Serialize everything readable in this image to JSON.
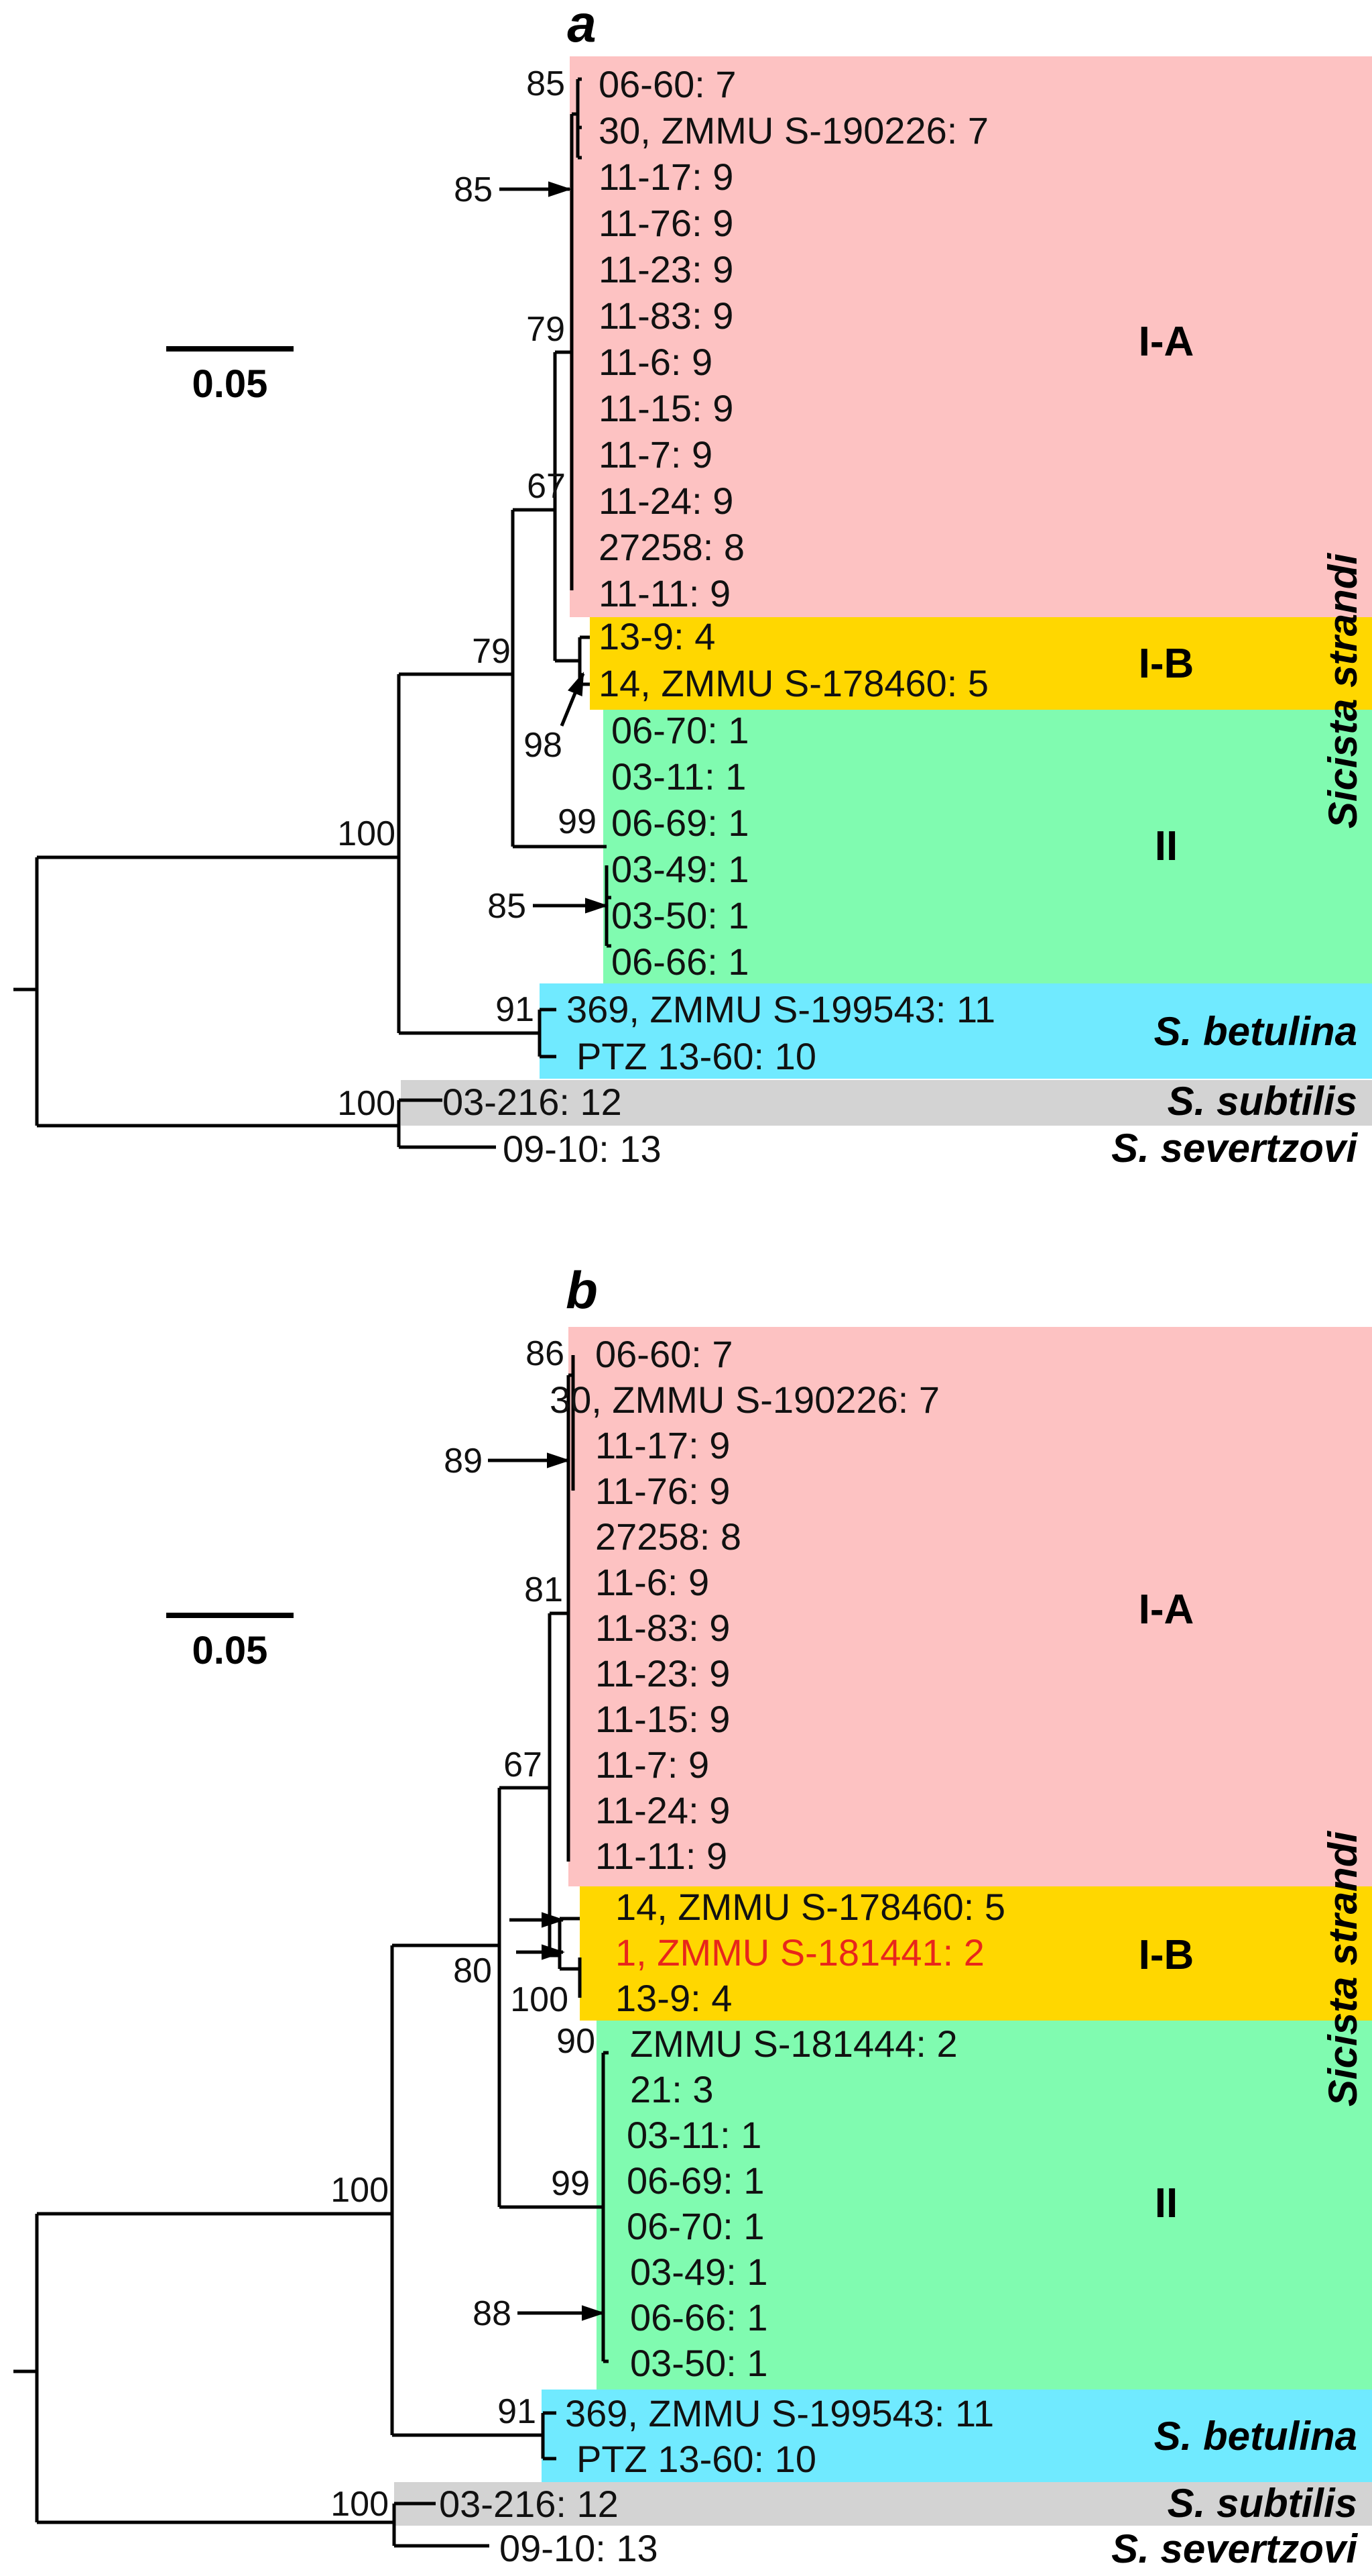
{
  "colors": {
    "clade_IA": "#FDC2C2",
    "clade_IB": "#FFD700",
    "clade_II": "#80FBB0",
    "betulina": "#70EAFF",
    "subtilis": "#D3D3D3",
    "highlight": "#E8261B"
  },
  "species_label": "Sicista strandi",
  "scale_label": "0.05",
  "panels": [
    {
      "id": "a",
      "label": "a",
      "clades": [
        {
          "name": "I-A",
          "tips": [
            "06-60: 7",
            "30, ZMMU S-190226: 7",
            "11-17: 9",
            "11-76: 9",
            "11-23: 9",
            "11-83: 9",
            "11-6: 9",
            "11-15: 9",
            "11-7: 9",
            "11-24: 9",
            "27258: 8",
            "11-11: 9"
          ]
        },
        {
          "name": "I-B",
          "tips": [
            "13-9: 4",
            "14, ZMMU S-178460: 5"
          ]
        },
        {
          "name": "II",
          "tips": [
            "06-70: 1",
            "03-11: 1",
            "06-69: 1",
            "03-49: 1",
            "03-50: 1",
            "06-66: 1"
          ]
        }
      ],
      "betulina": {
        "name": "S. betulina",
        "tips": [
          "369, ZMMU S-199543: 11",
          "PTZ 13-60: 10"
        ]
      },
      "subtilis": {
        "name": "S. subtilis",
        "tip": "03-216: 12"
      },
      "severtzovi": {
        "name": "S. severtzovi",
        "tip": "09-10: 13"
      },
      "support": {
        "s85_top": "85",
        "s85_arrow": "85",
        "s79_IA": "79",
        "s67": "67",
        "s79": "79",
        "s98": "98",
        "s99": "99",
        "s85_II": "85",
        "s100_root": "100",
        "s91": "91",
        "s100_out": "100"
      }
    },
    {
      "id": "b",
      "label": "b",
      "clades": [
        {
          "name": "I-A",
          "tips": [
            "06-60: 7",
            "30, ZMMU S-190226: 7",
            "11-17: 9",
            "11-76: 9",
            "27258: 8",
            "11-6: 9",
            "11-83: 9",
            "11-23: 9",
            "11-15: 9",
            "11-7: 9",
            "11-24: 9",
            "11-11: 9"
          ]
        },
        {
          "name": "I-B",
          "tips": [
            "14, ZMMU S-178460: 5",
            "1, ZMMU S-181441: 2",
            "13-9: 4"
          ]
        },
        {
          "name": "II",
          "tips": [
            "ZMMU S-181444: 2",
            "21: 3",
            "03-11: 1",
            "06-69: 1",
            "06-70: 1",
            "03-49: 1",
            "06-66: 1",
            "03-50: 1"
          ]
        }
      ],
      "betulina": {
        "name": "S. betulina",
        "tips": [
          "369, ZMMU S-199543: 11",
          "PTZ 13-60: 10"
        ]
      },
      "subtilis": {
        "name": "S. subtilis",
        "tip": "03-216: 12"
      },
      "severtzovi": {
        "name": "S. severtzovi",
        "tip": "09-10: 13"
      },
      "support": {
        "s86": "86",
        "s89": "89",
        "s81": "81",
        "s67": "67",
        "s80": "80",
        "s100_IB": "100",
        "s90": "90",
        "s99": "99",
        "s88": "88",
        "s100_root": "100",
        "s91": "91",
        "s100_out": "100"
      }
    }
  ]
}
